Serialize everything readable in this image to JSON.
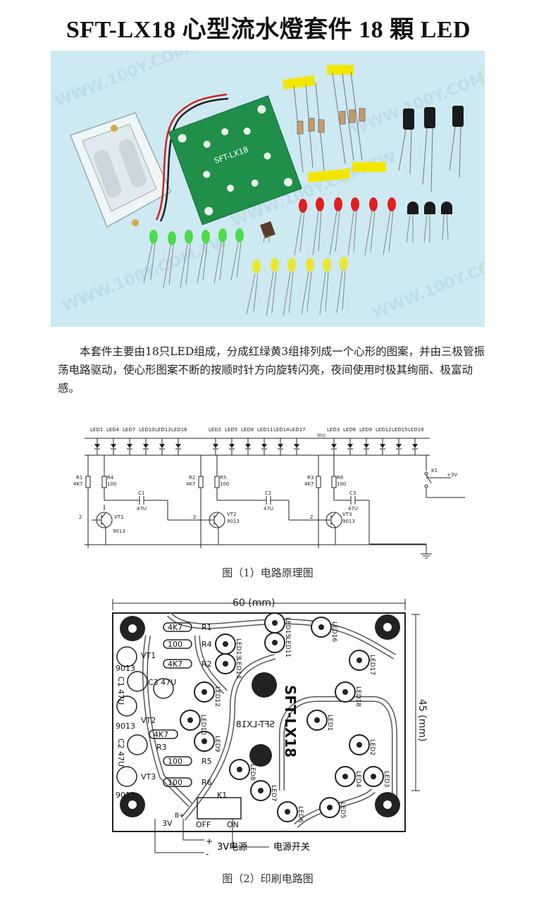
{
  "title": "SFT-LX18  心型流水燈套件  18 顆 LED",
  "photo": {
    "watermark": "WWW.100Y.COM.TW",
    "board_label": "SFT-LX18",
    "bg_color": "#cde9f2"
  },
  "description": "本套件主要由18只LED组成，分成红绿黄3组排列成一个心形的图案，并由三极管振荡电路驱动，使心形图案不断的按顺时针方向旋转闪亮，夜间使用时极其绚丽、极富动感。",
  "schematic": {
    "led_group1": [
      "LED1",
      "LED4",
      "LED7",
      "LED10",
      "LED13",
      "LED16"
    ],
    "led_group2": [
      "LED2",
      "LED5",
      "LED8",
      "LED11",
      "LED14",
      "LED17"
    ],
    "led_group3": [
      "LED3",
      "LED6",
      "LED9",
      "LED12",
      "LED15",
      "LED18"
    ],
    "vcc": "Vcc",
    "r1": "R1",
    "r1_val": "4K7",
    "r4": "R4",
    "r4_val": "100",
    "r2": "R2",
    "r2_val": "4K7",
    "r5": "R5",
    "r5_val": "100",
    "r3": "R3",
    "r3_val": "4K7",
    "r6": "R6",
    "r6_val": "100",
    "c1": "C1",
    "c2": "C2",
    "c3": "C3",
    "cap_val": "47U",
    "vt1": "VT1",
    "vt2": "VT2",
    "vt3": "VT3",
    "tr_val": "9013",
    "k1": "K1",
    "supply": "+3V",
    "pin2": "2",
    "caption": "图（1）电路原理图"
  },
  "pcb": {
    "width_dim": "60 (mm)",
    "height_dim": "45 (mm)",
    "board_name": "SFT-LX18",
    "board_name_mirror": "SFT-LX18",
    "r_labels": [
      "R1",
      "R4",
      "R2",
      "R3",
      "R5",
      "R6"
    ],
    "r_values": [
      "4K7",
      "100",
      "4K7",
      "4K7",
      "100",
      "100"
    ],
    "vt_labels": [
      "VT1",
      "VT2",
      "VT3"
    ],
    "tr_values": [
      "9013",
      "9013",
      "9013"
    ],
    "c_labels": [
      "C1 47U",
      "C3 47U",
      "C2 47U"
    ],
    "led_labels": [
      "LED13",
      "LED15",
      "LED16",
      "LED17",
      "LED14",
      "LED11",
      "LED12",
      "LED18",
      "LED10",
      "LED1",
      "LED9",
      "LED8",
      "LED2",
      "LED3",
      "LED7",
      "LED6",
      "LED5",
      "LED4"
    ],
    "k1": "K1",
    "off": "OFF",
    "on": "ON",
    "v3": "3V",
    "plus": "+",
    "minus": "-",
    "b_plus": "B+",
    "callout_power": "3V电源",
    "callout_switch": "电源开关",
    "caption": "图（2）印刷电路图"
  }
}
